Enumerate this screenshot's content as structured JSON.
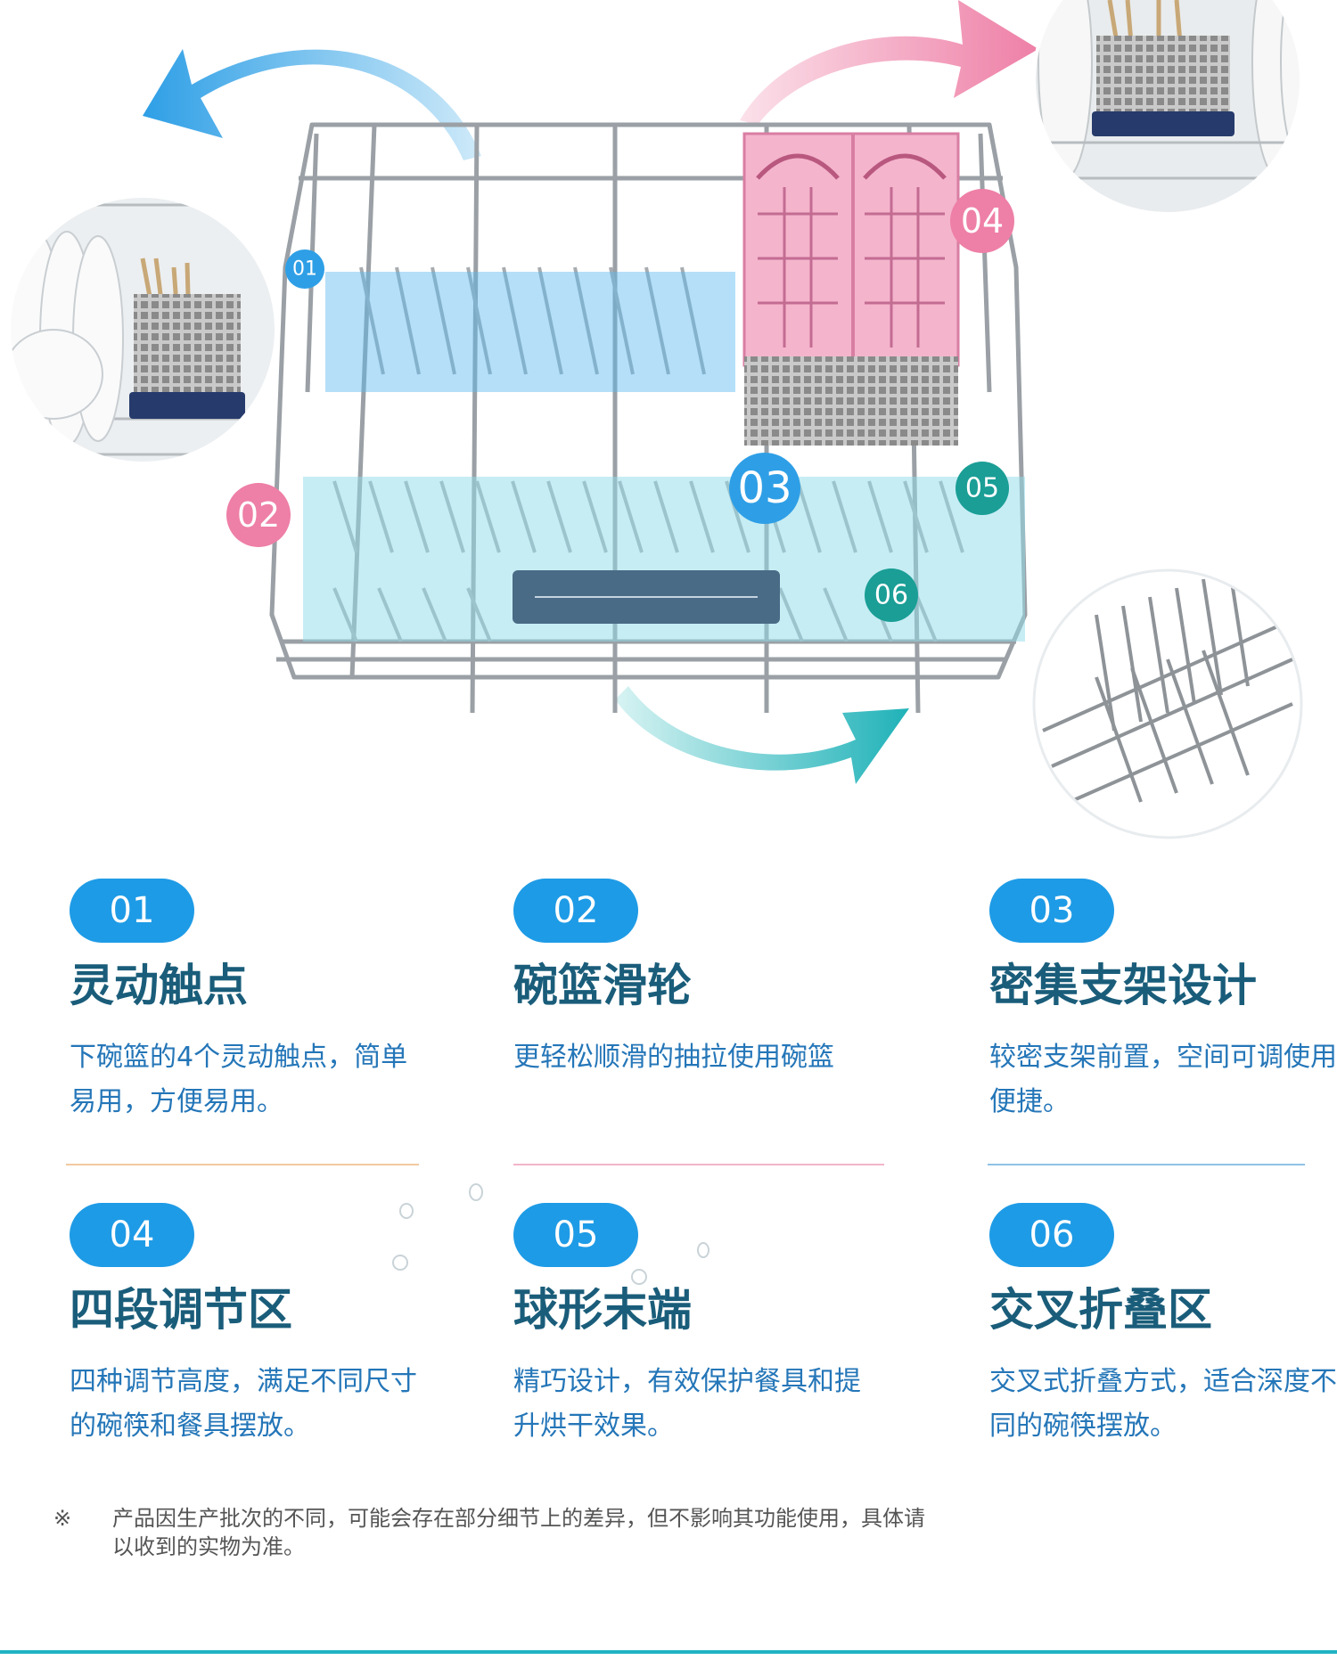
{
  "markers": [
    "01",
    "02",
    "03",
    "04",
    "05",
    "06"
  ],
  "features": [
    {
      "number": "01",
      "title": "灵动触点",
      "description": "下碗篮的4个灵动触点，简单易用，方便易用。"
    },
    {
      "number": "02",
      "title": "碗篮滑轮",
      "description": "更轻松顺滑的抽拉使用碗篮"
    },
    {
      "number": "03",
      "title": "密集支架设计",
      "description": "较密支架前置，空间可调使用便捷。"
    },
    {
      "number": "04",
      "title": "四段调节区",
      "description": "四种调节高度，满足不同尺寸的碗筷和餐具摆放。"
    },
    {
      "number": "05",
      "title": "球形末端",
      "description": "精巧设计，有效保护餐具和提升烘干效果。"
    },
    {
      "number": "06",
      "title": "交叉折叠区",
      "description": "交叉式折叠方式，适合深度不同的碗筷摆放。"
    }
  ],
  "footnote": {
    "mark": "※",
    "text": "产品因生产批次的不同，可能会存在部分细节上的差异，但不影响其功能使用，具体请以收到的实物为准。"
  },
  "colors": {
    "badge": "#1e9be6",
    "title": "#1a5d7a",
    "description": "#2476b8",
    "pink": "#ee7fa6",
    "teal": "#1a9e96",
    "blue_arrow": "#2e9fe6",
    "teal_arrow": "#2bbcc0",
    "divider_1": "#f2c9a0",
    "divider_2": "#f2b5c8",
    "divider_3": "#8fc2e6"
  },
  "icons": [
    "curved-arrow-left-icon",
    "curved-arrow-right-icon",
    "curved-arrow-bottom-icon"
  ]
}
